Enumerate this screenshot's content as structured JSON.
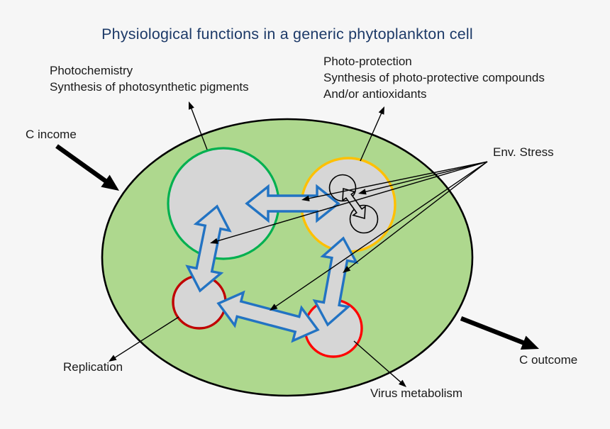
{
  "title": "Physiological functions in a generic phytoplankton cell",
  "labels": {
    "photochemistry": "Photochemistry\nSynthesis of photosynthetic pigments",
    "photo_protection": "Photo-protection\nSynthesis of photo-protective compounds\nAnd/or antioxidants",
    "c_income": "C income",
    "env_stress": "Env. Stress",
    "replication": "Replication",
    "c_outcome": "C outcome",
    "virus_metabolism": "Virus metabolism"
  },
  "colors": {
    "background": "#f6f6f6",
    "title_text": "#1d3a68",
    "label_text": "#1a1a1a",
    "cell_fill": "#aed88e",
    "outline_black": "#000000",
    "organelle_fill": "#d6d6d6",
    "photochemistry_border": "#00b050",
    "photoprotection_border": "#ffc000",
    "replication_border": "#c00000",
    "virus_border": "#ff0000",
    "transport_arrow_blue": "#2273c3"
  },
  "nodes": {
    "cell": "generic phytoplankton cell",
    "photochemistry_circle": "Photochemistry / synthesis of photosynthetic pigments",
    "photoprotection_circle": "Photo-protection / photo-protective compounds and/or antioxidants",
    "replication_circle": "Replication",
    "virus_circle": "Virus metabolism",
    "env_stress_targets": 5
  }
}
